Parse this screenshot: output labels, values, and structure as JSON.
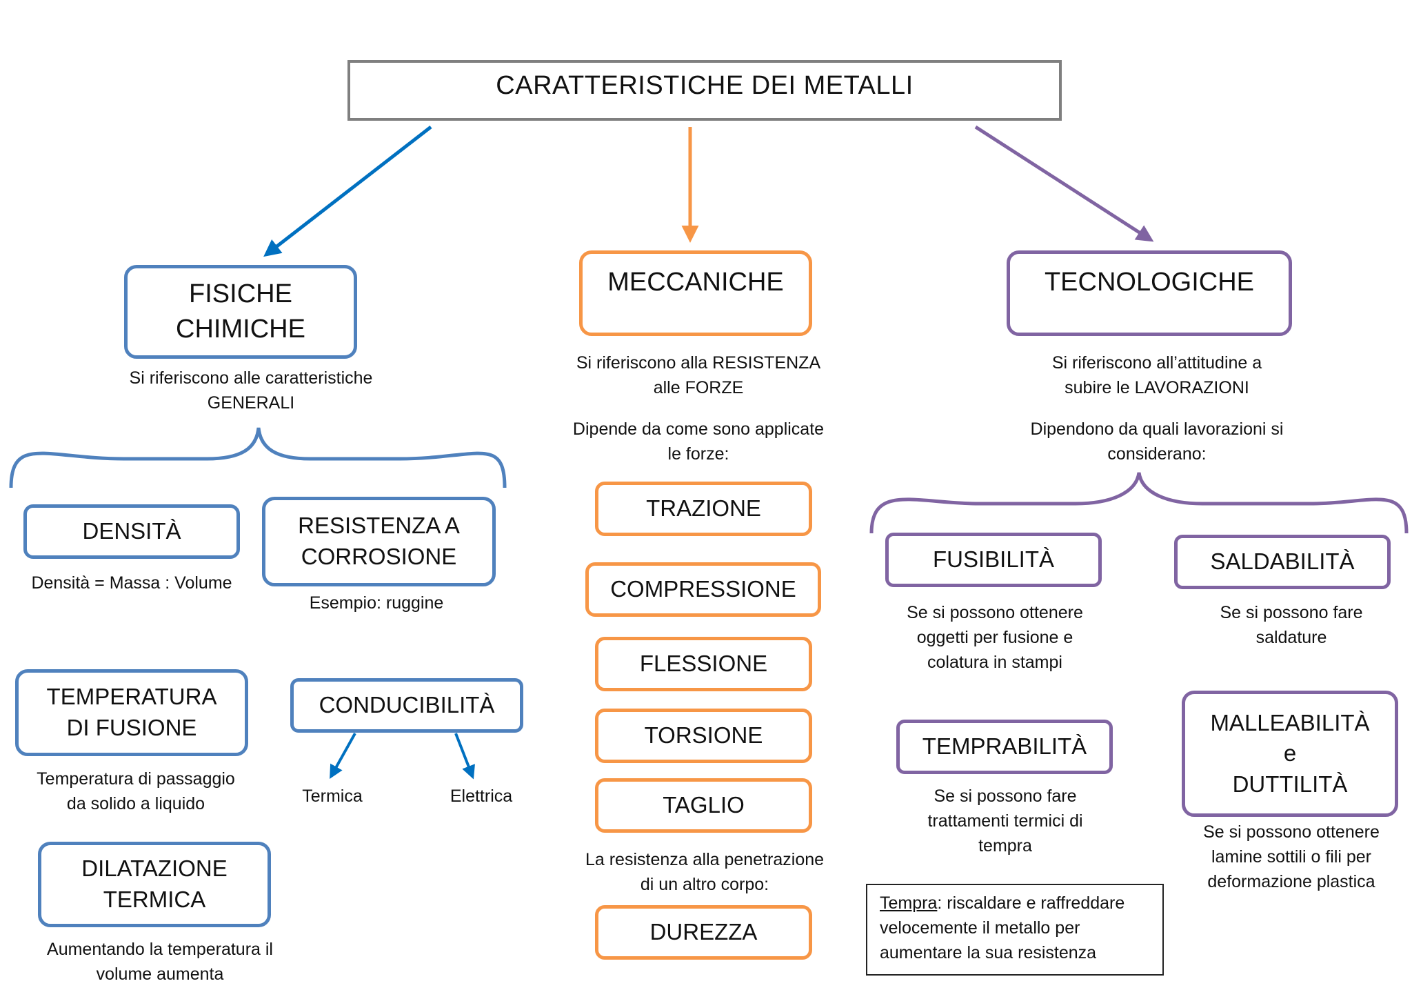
{
  "title": "CARATTERISTICHE DEI METALLI",
  "colors": {
    "blue": "#4f81bd",
    "orange": "#f79646",
    "purple": "#8064a2",
    "arrow_blue": "#0070c0",
    "title_border": "#7f7f7f"
  },
  "fisiche": {
    "label": [
      "FISICHE",
      "CHIMICHE"
    ],
    "desc": [
      "Si riferiscono alle caratteristiche",
      "GENERALI"
    ],
    "densita": {
      "label": "DENSITÀ",
      "desc": "Densità = Massa : Volume"
    },
    "corrosione": {
      "label": [
        "RESISTENZA A",
        "CORROSIONE"
      ],
      "desc": "Esempio: ruggine"
    },
    "fusione": {
      "label": [
        "TEMPERATURA",
        "DI FUSIONE"
      ],
      "desc": [
        "Temperatura di passaggio",
        "da solido a liquido"
      ]
    },
    "conducibilita": {
      "label": "CONDUCIBILITÀ",
      "termica": "Termica",
      "elettrica": "Elettrica"
    },
    "dilatazione": {
      "label": [
        "DILATAZIONE",
        "TERMICA"
      ],
      "desc": [
        "Aumentando la temperatura il",
        "volume aumenta"
      ]
    }
  },
  "meccaniche": {
    "label": "MECCANICHE",
    "desc": [
      "Si riferiscono alla RESISTENZA",
      "alle FORZE"
    ],
    "desc2": [
      "Dipende da come sono applicate",
      "le forze:"
    ],
    "forces": [
      "TRAZIONE",
      "COMPRESSIONE",
      "FLESSIONE",
      "TORSIONE",
      "TAGLIO"
    ],
    "desc3": [
      "La resistenza alla penetrazione",
      "di un altro corpo:"
    ],
    "durezza": "DUREZZA"
  },
  "tecnologiche": {
    "label": "TECNOLOGICHE",
    "desc": [
      "Si riferiscono all’attitudine a",
      "subire le LAVORAZIONI"
    ],
    "desc2": [
      "Dipendono da quali lavorazioni si",
      "considerano:"
    ],
    "fusibilita": {
      "label": "FUSIBILITÀ",
      "desc": [
        "Se si possono ottenere",
        "oggetti per fusione e",
        "colatura in stampi"
      ]
    },
    "saldabilita": {
      "label": "SALDABILITÀ",
      "desc": [
        "Se si possono fare",
        "saldature"
      ]
    },
    "temprabilita": {
      "label": "TEMPRABILITÀ",
      "desc": [
        "Se si possono fare",
        "trattamenti termici di",
        "tempra"
      ]
    },
    "malleabilita": {
      "label": [
        "MALLEABILITÀ",
        "e",
        "DUTTILITÀ"
      ],
      "desc": [
        "Se si possono ottenere",
        "lamine sottili o fili per",
        "deformazione plastica"
      ]
    },
    "note": {
      "term": "Tempra",
      "text_1": ": riscaldare e raffreddare",
      "text_2": "velocemente il metallo per",
      "text_3": "aumentare la sua resistenza"
    }
  }
}
